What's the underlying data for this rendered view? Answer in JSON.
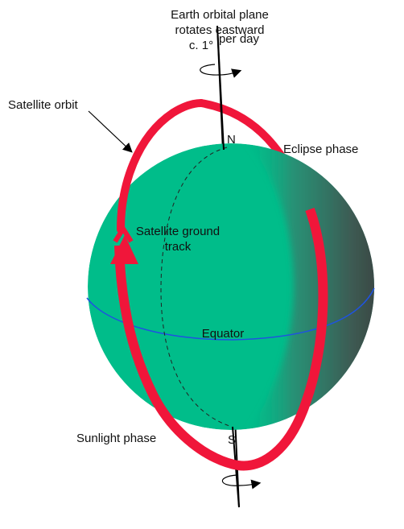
{
  "labels": {
    "rotation_line1": "Earth orbital plane",
    "rotation_line2": "rotates eastward",
    "rotation_line3": "c. 1°",
    "rotation_line4": "per day",
    "satellite_orbit": "Satellite orbit",
    "eclipse_phase": "Eclipse phase",
    "ground_track_line1": "Satellite ground",
    "ground_track_line2": "track",
    "equator": "Equator",
    "sunlight_phase": "Sunlight phase",
    "north_pole": "N",
    "south_pole": "S"
  },
  "colors": {
    "earth": "#00bd8a",
    "earth_shadow": "#3f4a46",
    "orbit": "#f0163a",
    "equator": "#1f53e0",
    "axis": "#000000"
  },
  "icons": {
    "top_rotation": "rotation-arrow-icon",
    "bottom_rotation": "rotation-arrow-icon",
    "orbit_direction": "up-arrow-icon"
  }
}
